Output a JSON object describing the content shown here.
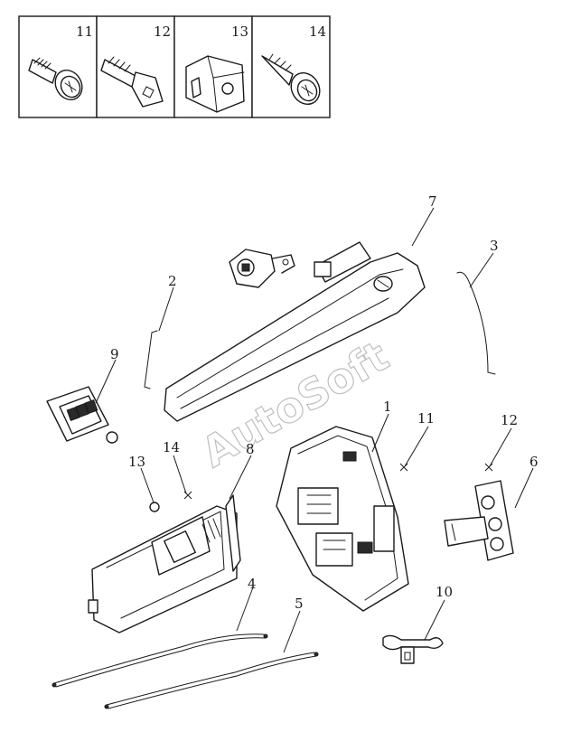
{
  "legend": {
    "cells": [
      {
        "number": "11",
        "icon": "flanged-bolt-icon"
      },
      {
        "number": "12",
        "icon": "countersunk-screw-icon"
      },
      {
        "number": "13",
        "icon": "clip-nut-icon"
      },
      {
        "number": "14",
        "icon": "tapping-screw-icon"
      }
    ]
  },
  "callouts": {
    "c1": "1",
    "c2": "2",
    "c3": "3",
    "c4": "4",
    "c5": "5",
    "c6": "6",
    "c7": "7",
    "c8": "8",
    "c9": "9",
    "c10": "10",
    "c11": "11",
    "c12": "12",
    "c13": "13",
    "c14": "14"
  },
  "watermark": "AutoSoft",
  "colors": {
    "line": "#1a1a1a",
    "watermark": "#8a8a8a"
  }
}
